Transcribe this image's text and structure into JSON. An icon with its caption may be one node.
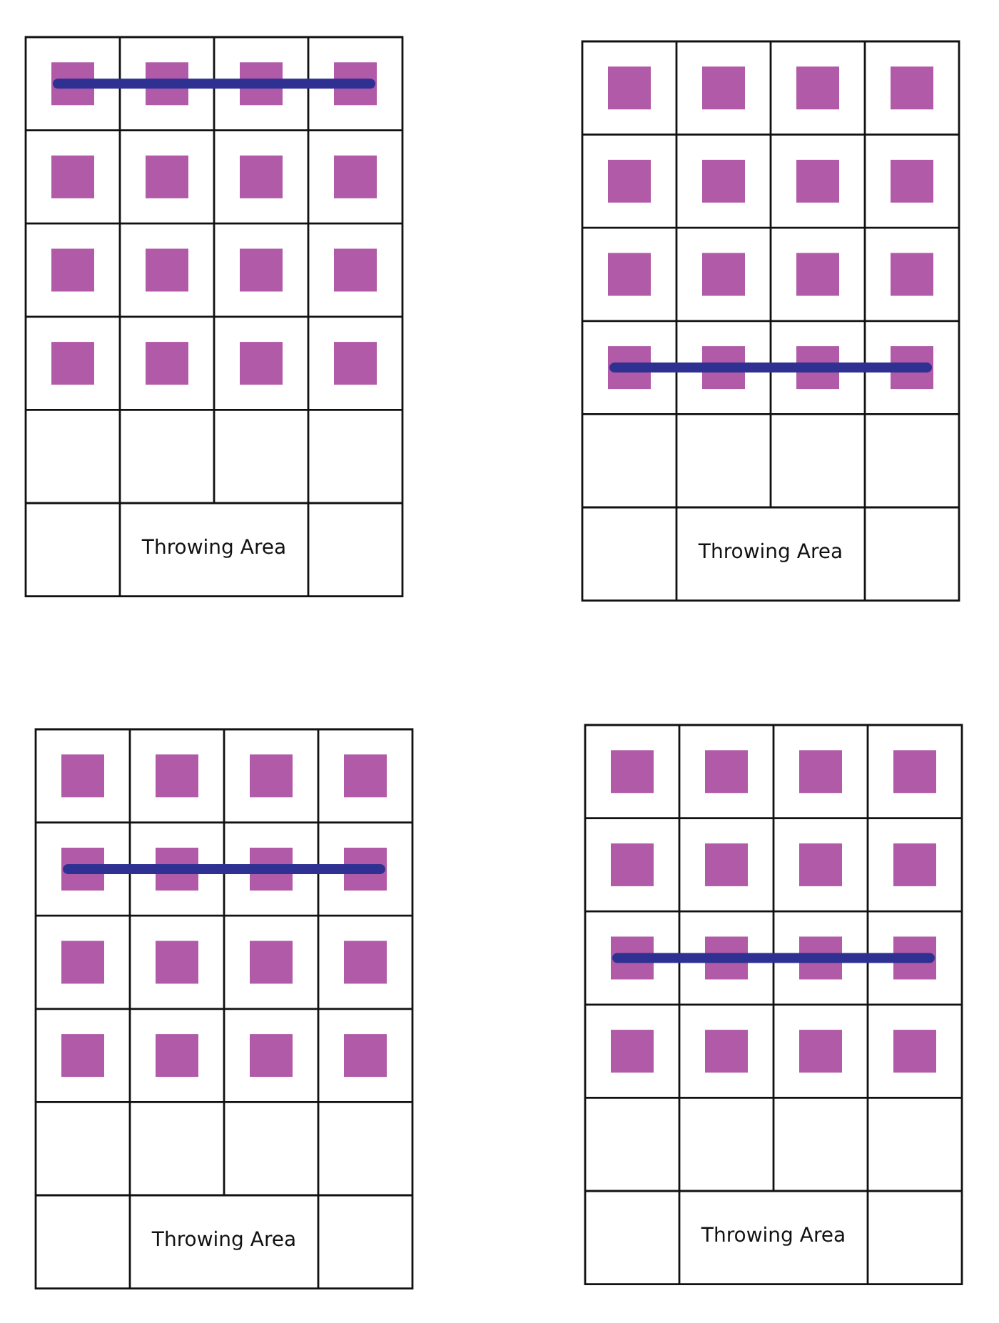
{
  "diagram": {
    "labels": [
      "Throwing Area",
      "Throwing Area",
      "Throwing Area",
      "Throwing Area"
    ]
  }
}
